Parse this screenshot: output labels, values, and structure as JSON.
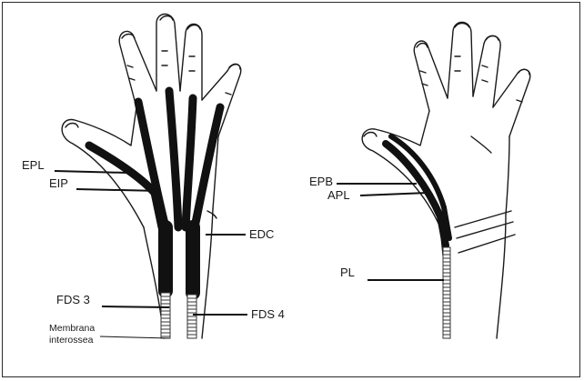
{
  "left_hand": {
    "labels": {
      "epl": "EPL",
      "eip": "EIP",
      "edc": "EDC",
      "fds3": "FDS 3",
      "fds4": "FDS 4",
      "membrana_line1": "Membrana",
      "membrana_line2": "interossea"
    }
  },
  "right_hand": {
    "labels": {
      "epb": "EPB",
      "apl": "APL",
      "pl": "PL"
    }
  }
}
